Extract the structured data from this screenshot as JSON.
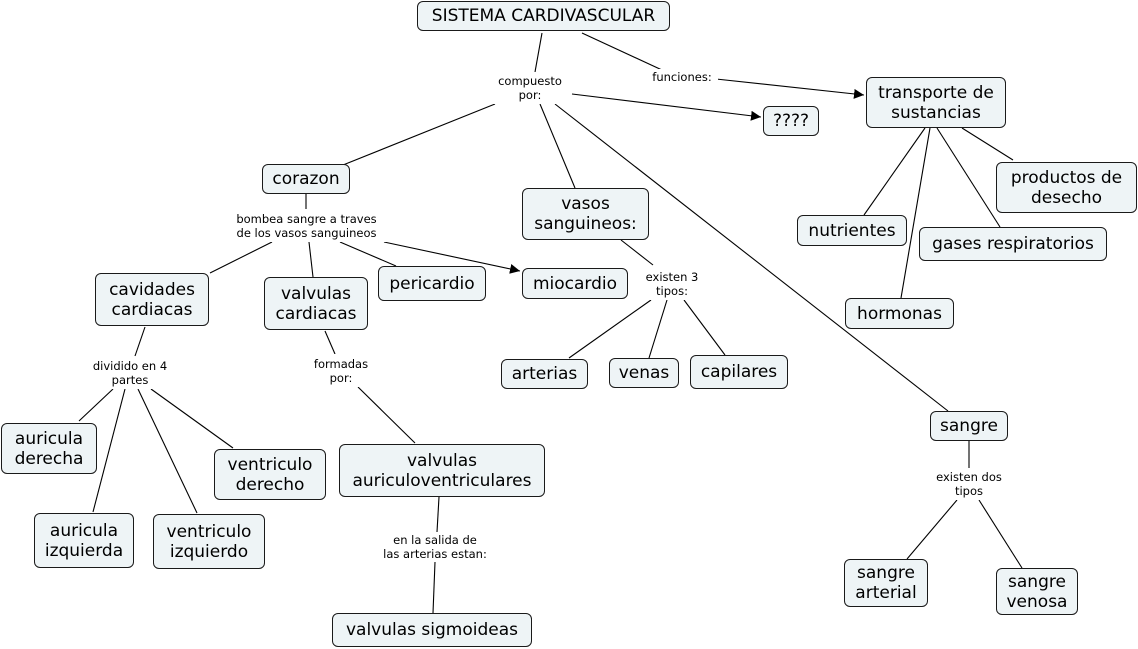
{
  "concepts": {
    "sistema": "SISTEMA CARDIVASCULAR",
    "transporte": "transporte de\nsustancias",
    "interrogacion": "????",
    "corazon": "corazon",
    "vasos": "vasos\nsanguineos:",
    "productos": "productos de\ndesecho",
    "nutrientes": "nutrientes",
    "gases": "gases respiratorios",
    "hormonas": "hormonas",
    "cavidades": "cavidades\ncardiacas",
    "valvulas_cardiacas": "valvulas\ncardiacas",
    "pericardio": "pericardio",
    "miocardio": "miocardio",
    "arterias": "arterias",
    "venas": "venas",
    "capilares": "capilares",
    "sangre": "sangre",
    "auricula_derecha": "auricula\nderecha",
    "ventriculo_derecho": "ventriculo\nderecho",
    "auricula_izquierda": "auricula\nizquierda",
    "ventriculo_izquierdo": "ventriculo\nizquierdo",
    "valvulas_av": "valvulas\nauriculoventriculares",
    "valvulas_sigmoideas": "valvulas sigmoideas",
    "sangre_arterial": "sangre\narterial",
    "sangre_venosa": "sangre\nvenosa"
  },
  "link_labels": {
    "compuesto": "compuesto\npor:",
    "funciones": "funciones:",
    "bombea": "bombea sangre a traves\nde los vasos sanguineos",
    "existen3": "existen 3\ntipos:",
    "dividido": "dividido en 4\npartes",
    "formadas": "formadas\npor:",
    "salida": "en la salida de\nlas arterias estan:",
    "existen_dos": "existen dos\ntipos"
  }
}
